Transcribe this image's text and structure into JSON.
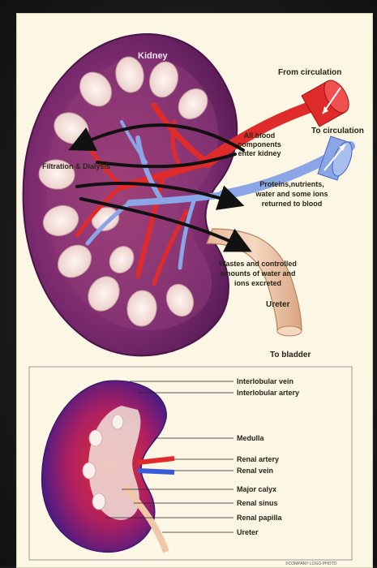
{
  "top_diagram": {
    "kidney_title": "Kidney",
    "from_circulation": "From circulation",
    "to_circulation": "To circulation",
    "filtration": "Filtration & Dialysis",
    "all_blood": [
      "All blood",
      "components",
      "enter kidney"
    ],
    "proteins": [
      "Proteins,nutrients,",
      "water and some ions",
      "returned to blood"
    ],
    "wastes": [
      "Wastes and controlled",
      "amounts of water and",
      "ions excreted"
    ],
    "ureter": "Ureter",
    "to_bladder": "To bladder"
  },
  "bottom_diagram": {
    "labels": [
      "Interlobular vein",
      "Interlobular artery",
      "Medulla",
      "Renal artery",
      "Renal vein",
      "Major calyx",
      "Renal sinus",
      "Renal papilla",
      "Ureter"
    ],
    "credit": "©COMPANY LOGO PHOTO"
  },
  "colors": {
    "cortex": "#7a2a6e",
    "medulla": "#f2dcdc",
    "artery": "#e02b2b",
    "vein": "#8aa6e6",
    "ureter": "#f0c8a8",
    "background": "#fbf7e4"
  }
}
